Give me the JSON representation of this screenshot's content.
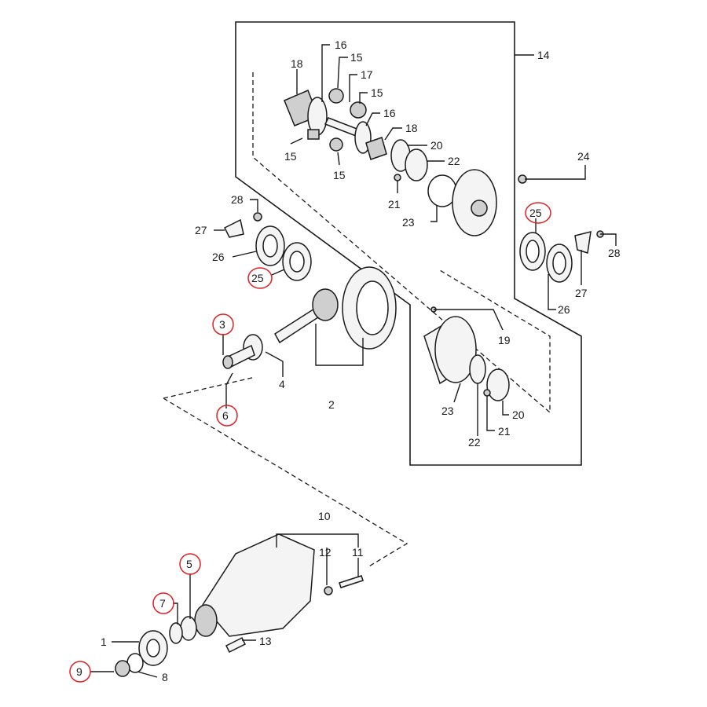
{
  "callouts": {
    "c1": "1",
    "c2": "2",
    "c3": "3",
    "c4": "4",
    "c5": "5",
    "c6": "6",
    "c7": "7",
    "c8": "8",
    "c9": "9",
    "c10": "10",
    "c11": "11",
    "c12": "12",
    "c13": "13",
    "c14": "14",
    "c15a": "15",
    "c15b": "15",
    "c15c": "15",
    "c15d": "15",
    "c16a": "16",
    "c16b": "16",
    "c17": "17",
    "c18a": "18",
    "c18b": "18",
    "c19": "19",
    "c20a": "20",
    "c20b": "20",
    "c21a": "21",
    "c21b": "21",
    "c22a": "22",
    "c22b": "22",
    "c23a": "23",
    "c23b": "23",
    "c24": "24",
    "c25a": "25",
    "c25b": "25",
    "c26a": "26",
    "c26b": "26",
    "c27a": "27",
    "c27b": "27",
    "c28a": "28",
    "c28b": "28"
  },
  "highlight_color": "#e02020"
}
